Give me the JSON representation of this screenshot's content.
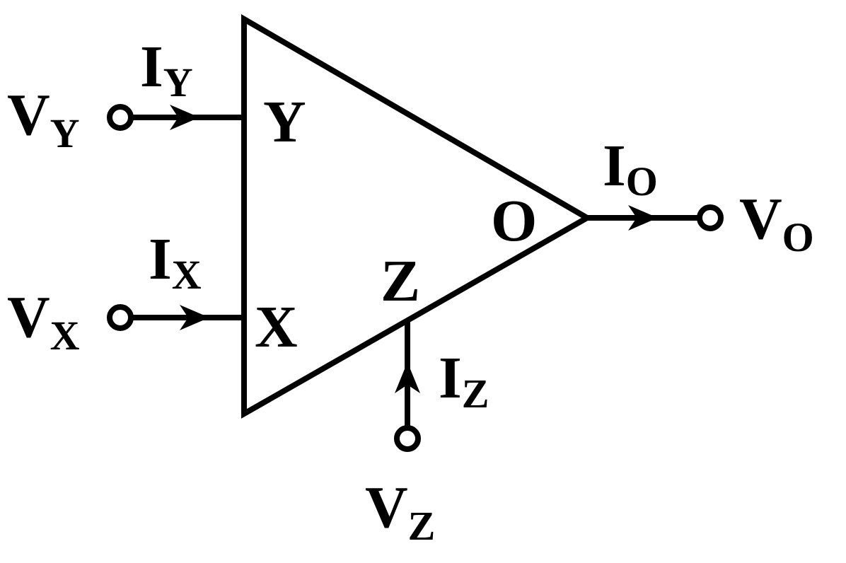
{
  "diagram": {
    "ports": {
      "y": "Y",
      "x": "X",
      "z": "Z",
      "o": "O"
    },
    "voltages": {
      "vy": {
        "main": "V",
        "sub": "Y"
      },
      "vx": {
        "main": "V",
        "sub": "X"
      },
      "vz": {
        "main": "V",
        "sub": "Z"
      },
      "vo": {
        "main": "V",
        "sub": "O"
      }
    },
    "currents": {
      "iy": {
        "main": "I",
        "sub": "Y"
      },
      "ix": {
        "main": "I",
        "sub": "X"
      },
      "iz": {
        "main": "I",
        "sub": "Z"
      },
      "io": {
        "main": "I",
        "sub": "O"
      }
    }
  }
}
